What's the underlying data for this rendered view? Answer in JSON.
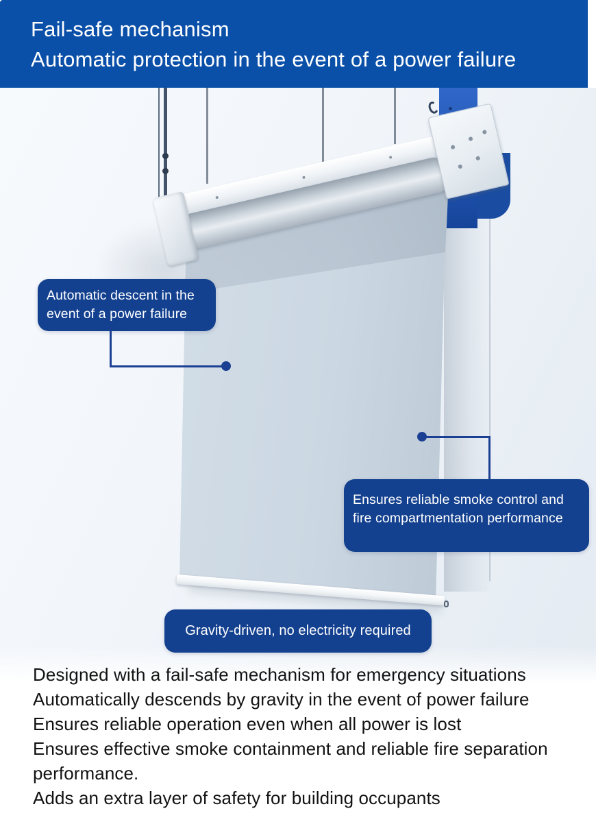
{
  "header": {
    "line1": "Fail-safe mechanism",
    "line2": "Automatic protection in the event of a power failure"
  },
  "callouts": {
    "descent": "Automatic descent in the event of a power failure",
    "smoke": "Ensures reliable smoke control and fire compartmentation performance",
    "gravity": "Gravity-driven, no electricity required"
  },
  "body_lines": [
    "Designed with a fail-safe mechanism for emergency situations",
    "Automatically descends by gravity in the event of power failure",
    "Ensures reliable operation even when all power is lost",
    "Ensures effective smoke containment and reliable fire separation",
    "performance.",
    "Adds an extra layer of safety for building occupants"
  ],
  "colors": {
    "header_bg": "#0a4fa8",
    "callout_bg": "#14418f",
    "connector": "#1b3f93",
    "body_text": "#121212",
    "curtain": "#cbd7e2",
    "photo_background": "#f1f5fa"
  }
}
